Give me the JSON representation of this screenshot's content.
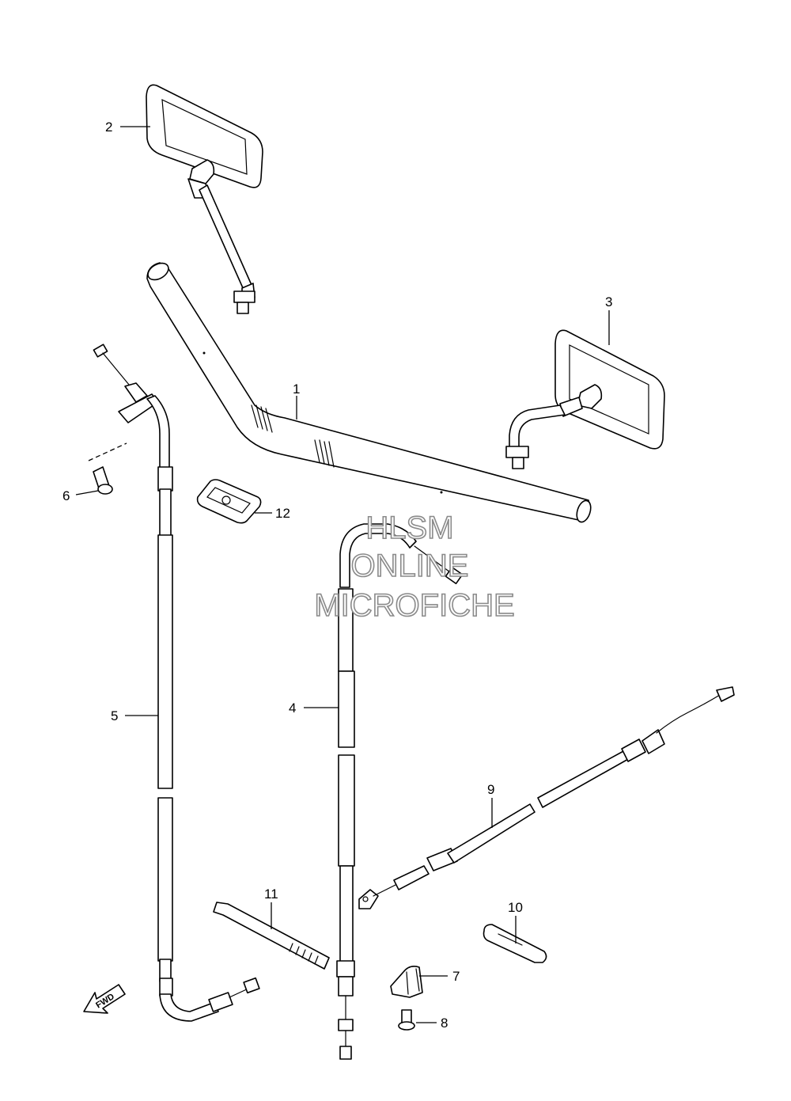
{
  "diagram": {
    "callouts": [
      {
        "id": "1",
        "text": "1"
      },
      {
        "id": "2",
        "text": "2"
      },
      {
        "id": "3",
        "text": "3"
      },
      {
        "id": "4",
        "text": "4"
      },
      {
        "id": "5",
        "text": "5"
      },
      {
        "id": "6",
        "text": "6"
      },
      {
        "id": "7",
        "text": "7"
      },
      {
        "id": "8",
        "text": "8"
      },
      {
        "id": "9",
        "text": "9"
      },
      {
        "id": "10",
        "text": "10"
      },
      {
        "id": "11",
        "text": "11"
      },
      {
        "id": "12",
        "text": "12"
      }
    ],
    "fwd_badge": "FWD",
    "watermark": {
      "line1": "HLSM",
      "line2": "ONLINE",
      "line3": "MICROFICHE"
    }
  }
}
